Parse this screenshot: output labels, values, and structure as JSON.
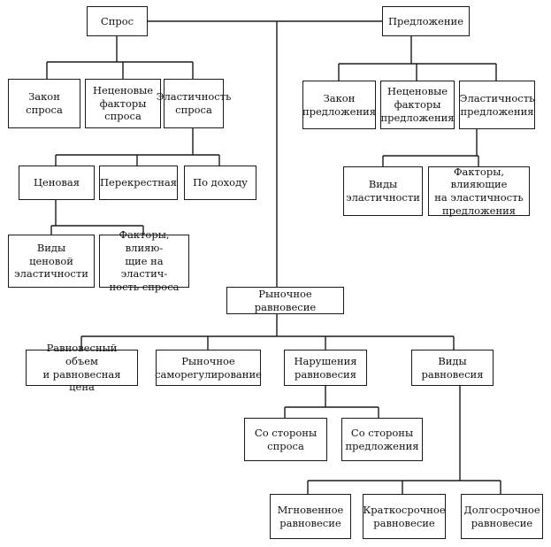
{
  "nodes": {
    "demand": "Спрос",
    "supply": "Предложение",
    "demand_law": "Закон\nспроса",
    "demand_nonprice": "Неценовые\nфакторы\nспроса",
    "demand_elasticity": "Эластичность\nспроса",
    "supply_law": "Закон\nпредложения",
    "supply_nonprice": "Неценовые\nфакторы\nпредложения",
    "supply_elasticity": "Эластичность\nпредложения",
    "price": "Ценовая",
    "cross": "Перекрестная",
    "income": "По доходу",
    "supply_elasticity_types": "Виды\nэластичности",
    "supply_elasticity_factors": "Факторы, влияющие\nна эластичность\nпредложения",
    "price_elasticity_types": "Виды\nценовой\nэластичности",
    "demand_elasticity_factors": "Факторы, влияю-\nщие на эластич-\nность спроса",
    "market_equilibrium": "Рыночное равновесие",
    "eq_volume_price": "Равновесный объем\nи равновесная цена",
    "self_regulation": "Рыночное\nсаморегулирование",
    "disruption": "Нарушения\nравновесия",
    "eq_types": "Виды\nравновесия",
    "demand_side": "Со стороны\nспроса",
    "supply_side": "Со стороны\nпредложения",
    "instant": "Мгновенное\nравновесие",
    "short_term": "Краткосрочное\nравновесие",
    "long_term": "Долгосрочное\nравновесие"
  }
}
